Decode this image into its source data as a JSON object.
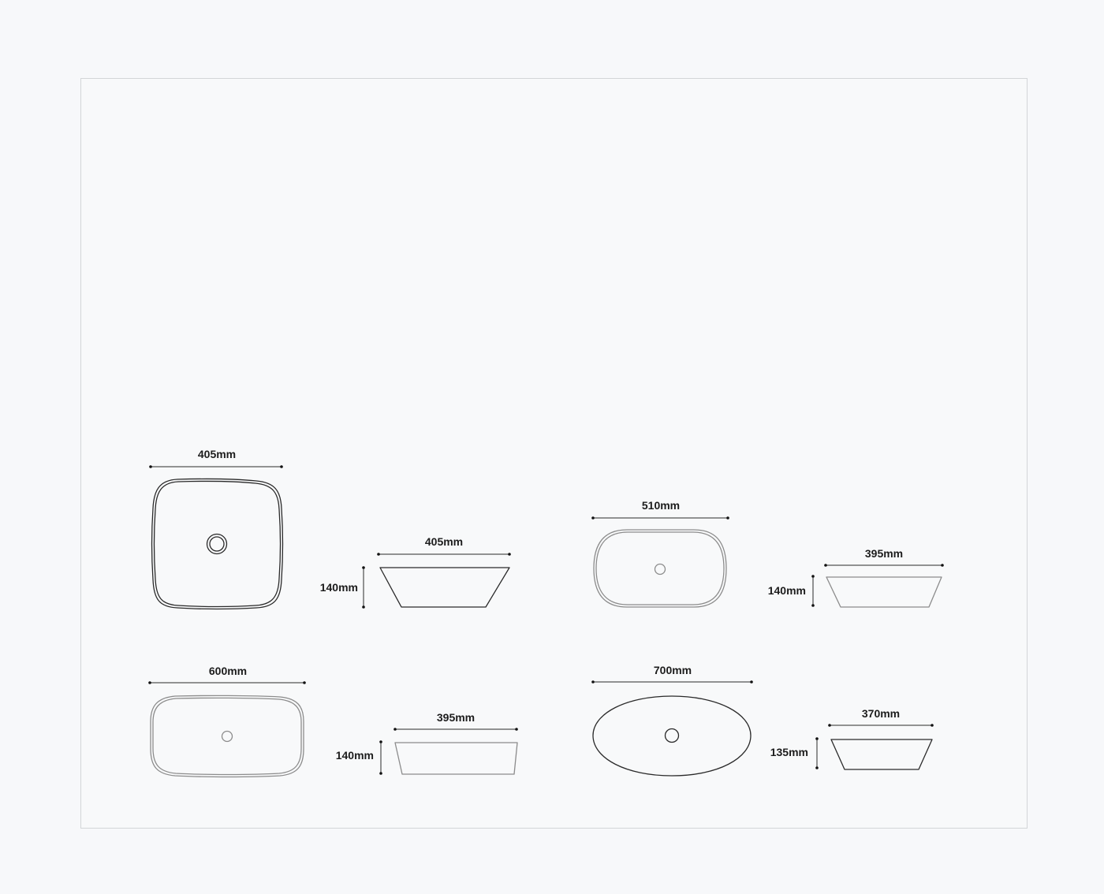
{
  "colors": {
    "background": "#f7f8fa",
    "frame_border": "#d3d5d8",
    "line_dark": "#2a2a2a",
    "line_light": "#8c8c8c",
    "text": "#1c1c1c"
  },
  "basins": [
    {
      "top_width": "405mm",
      "side_width": "405mm",
      "side_height": "140mm"
    },
    {
      "top_width": "510mm",
      "side_width": "395mm",
      "side_height": "140mm"
    },
    {
      "top_width": "600mm",
      "side_width": "395mm",
      "side_height": "140mm"
    },
    {
      "top_width": "700mm",
      "side_width": "370mm",
      "side_height": "135mm"
    }
  ]
}
